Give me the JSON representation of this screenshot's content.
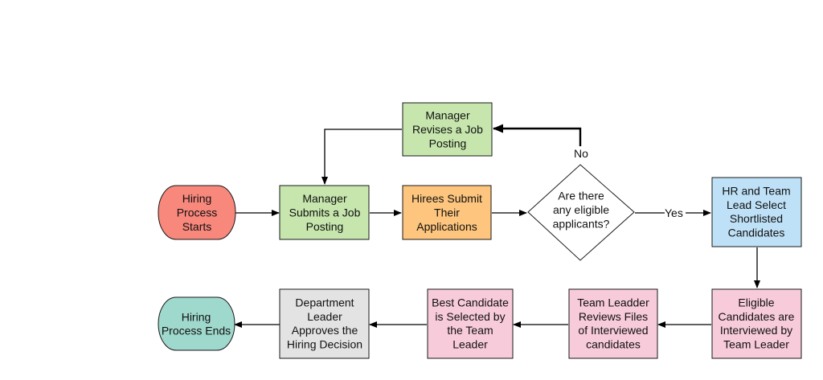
{
  "colors": {
    "start_fill": "#f8877c",
    "end_fill": "#9fd8cc",
    "green_fill": "#c6e6ad",
    "orange_fill": "#fdc57d",
    "blue_fill": "#bfe1f7",
    "pink_fill": "#f7cbd9",
    "gray_fill": "#e3e3e3",
    "diamond_fill": "#ffffff",
    "stroke": "#1a1a1a"
  },
  "nodes": {
    "start": {
      "lines": [
        "Hiring",
        "Process",
        "Starts"
      ]
    },
    "submit_posting": {
      "lines": [
        "Manager",
        "Submits a Job",
        "Posting"
      ]
    },
    "revise_posting": {
      "lines": [
        "Manager",
        "Revises a Job",
        "Posting"
      ]
    },
    "hirees_submit": {
      "lines": [
        "Hirees Submit",
        "Their",
        "Applications"
      ]
    },
    "decision": {
      "lines": [
        "Are there",
        "any eligible",
        "applicants?"
      ]
    },
    "shortlist": {
      "lines": [
        "HR and Team",
        "Lead Select",
        "Shortlisted",
        "Candidates"
      ]
    },
    "interviewed": {
      "lines": [
        "Eligible",
        "Candidates are",
        "Interviewed by",
        "Team Leader"
      ]
    },
    "review_files": {
      "lines": [
        "Team Leadder",
        "Reviews  Files",
        "of Interviewed",
        "candidates"
      ]
    },
    "best_candidate": {
      "lines": [
        "Best Candidate",
        "is Selected by",
        "the Team",
        "Leader"
      ]
    },
    "dept_approves": {
      "lines": [
        "Department",
        "Leader",
        "Approves the",
        "Hiring Decision"
      ]
    },
    "end": {
      "lines": [
        "Hiring",
        "Process Ends"
      ]
    }
  },
  "edges": {
    "no_label": "No",
    "yes_label": "Yes"
  }
}
